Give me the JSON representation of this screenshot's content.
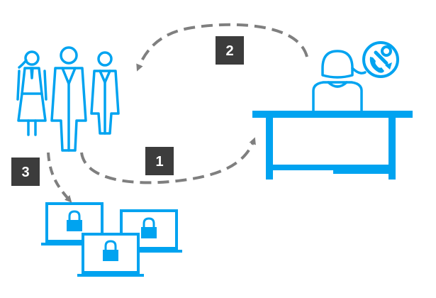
{
  "colors": {
    "accent": "#00a3f0",
    "arrow": "#7f7f7f",
    "badge": "#3c3c3c",
    "badge_text": "#ffffff"
  },
  "icons": {
    "group": "people-group-icon",
    "agent": "support-agent-icon",
    "service": "phone-wrench-icon",
    "laptop": "locked-laptop-icon"
  },
  "steps": {
    "one": "1",
    "two": "2",
    "three": "3"
  }
}
